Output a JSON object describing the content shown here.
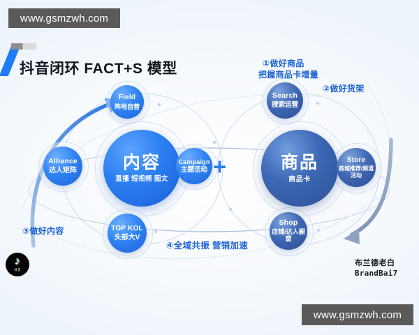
{
  "watermarks": {
    "top": "www.gsmzwh.com",
    "bottom": "www.gsmzwh.com"
  },
  "title": "抖音闭环 FACT+S 模型",
  "center_nodes": {
    "content": {
      "main": "内容",
      "sub": "直播 短视频 图文"
    },
    "product": {
      "main": "商品",
      "sub": "商品卡"
    }
  },
  "plus_symbol": "+",
  "satellites": {
    "field": {
      "en": "Field",
      "cn": "阵地自营"
    },
    "alliance": {
      "en": "Alliance",
      "cn": "达人矩阵"
    },
    "topkol": {
      "en": "TOP KOL",
      "cn": "头部大V"
    },
    "campaign": {
      "en": "Campaign",
      "cn": "主题活动"
    },
    "search": {
      "en": "Search",
      "cn": "搜索运营"
    },
    "store": {
      "en": "Store",
      "cn": "商城推荐/频道活动"
    },
    "shop": {
      "en": "Shop",
      "cn": "店铺/达人橱窗"
    }
  },
  "annotations": {
    "one_line1": "①做好商品",
    "one_line2": "把握商品卡增量",
    "two": "②做好货架",
    "three": "③做好内容",
    "four": "④全域共振 营销加速"
  },
  "footer": {
    "douyin_glyph": "♪",
    "douyin_label": "抖音",
    "brand_cn": "布兰德老白",
    "brand_en": "BrandBai7"
  },
  "colors": {
    "accent_blue": "#2b7ef0",
    "deep_navy": "#2c4f95",
    "annotation_blue": "#1d63d4",
    "watermark_bg": "#5a5a5a"
  }
}
